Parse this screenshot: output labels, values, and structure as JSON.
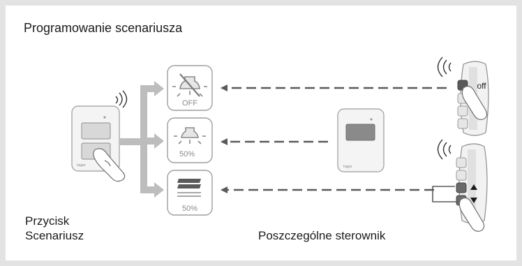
{
  "title": "Programowanie scenariusza",
  "left_caption": {
    "line1": "Przycisk",
    "line2": "Scenariusz"
  },
  "bottom_caption": "Poszczególne sterownik",
  "tiles": [
    {
      "label": "OFF",
      "icon": "lamp-off-icon"
    },
    {
      "label": "50%",
      "icon": "lamp-dimmed-icon"
    },
    {
      "label": "50%",
      "icon": "shutter-icon"
    }
  ],
  "remote_top": {
    "button_label": "off"
  },
  "device_brand": "hager",
  "colors": {
    "frame": "#e3e3e3",
    "arrow_gray": "#bdbdbd",
    "dash_gray": "#5a5a5a",
    "tile_border": "#9e9e9e",
    "icon_gray": "#8a8a8a"
  }
}
